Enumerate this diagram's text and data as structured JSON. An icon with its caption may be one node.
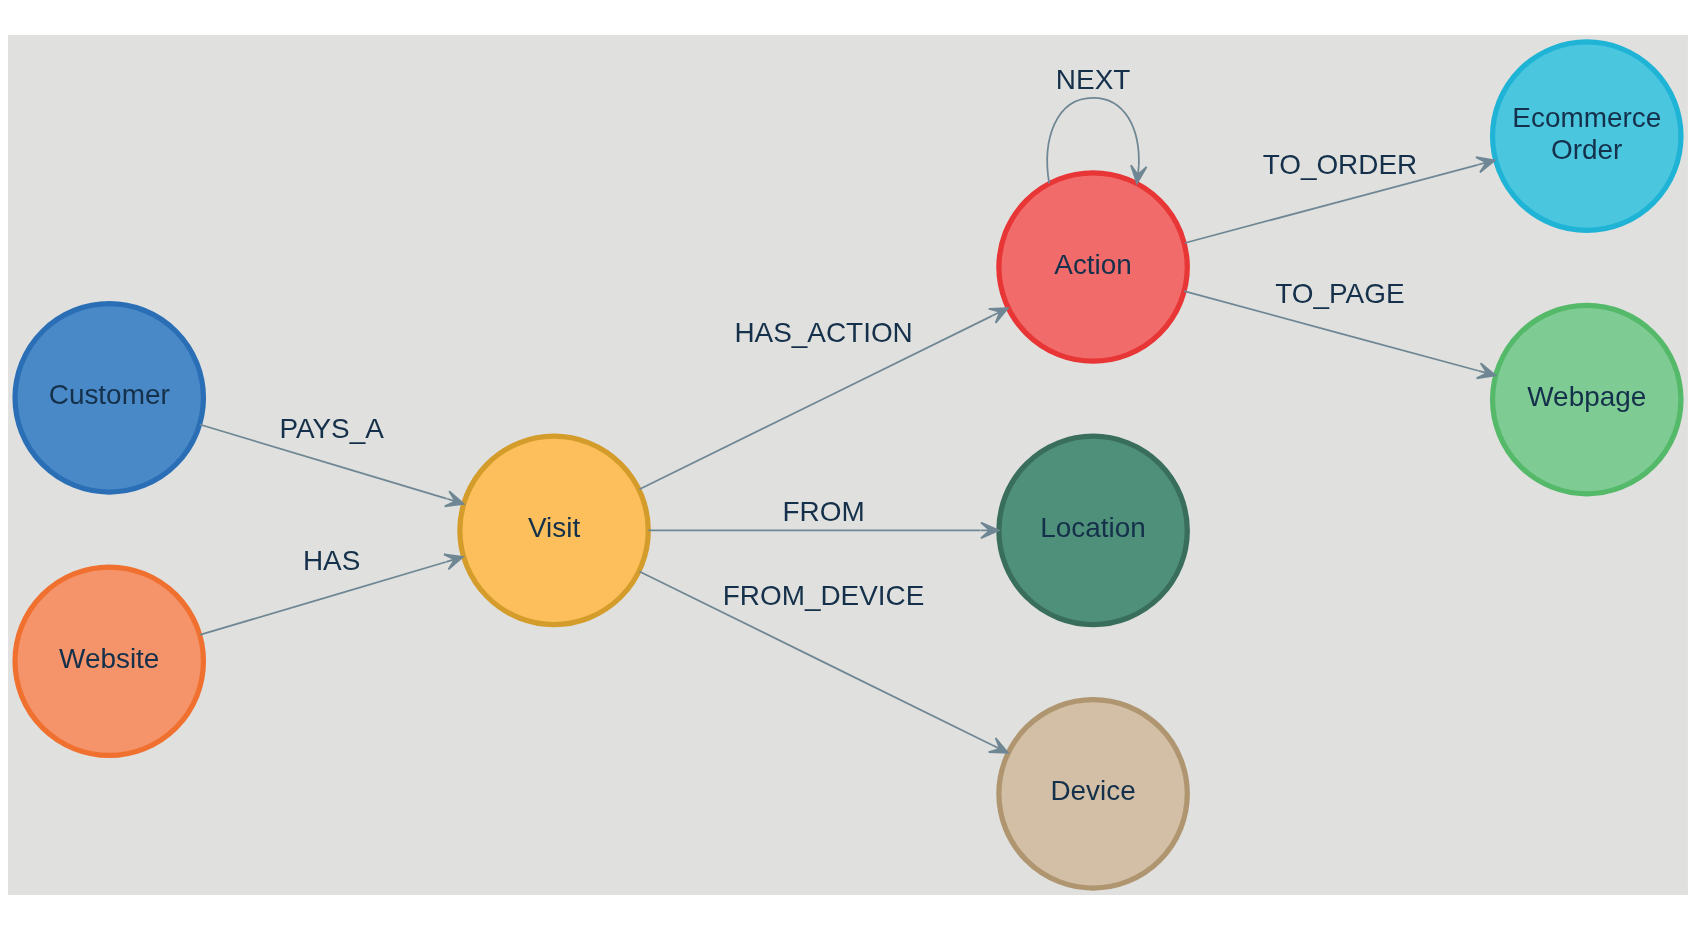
{
  "diagram": {
    "nodes": [
      {
        "text": [
          "Customer"
        ]
      },
      {
        "text": [
          "Ecommerce Order"
        ]
      },
      {
        "text": [
          "Website"
        ]
      },
      {
        "text": [
          "Visit"
        ]
      },
      {
        "text": [
          "Action"
        ]
      },
      {
        "text": [
          "Webpage"
        ]
      },
      {
        "text": [
          "Location"
        ]
      },
      {
        "text": [
          "Device"
        ]
      }
    ],
    "edges": [
      {
        "from": 0,
        "to": 3,
        "arrow": "to",
        "label": "PAYS_A"
      },
      {
        "from": 2,
        "to": 3,
        "arrow": "to",
        "label": "HAS"
      },
      {
        "from": 3,
        "to": 4,
        "arrow": "to",
        "label": "HAS_ACTION"
      },
      {
        "from": 4,
        "to": 1,
        "arrow": "to",
        "label": "TO_ORDER"
      },
      {
        "from": 4,
        "to": 5,
        "arrow": "to",
        "label": "TO_PAGE"
      },
      {
        "from": 4,
        "to": 4,
        "arrow": "to",
        "label": "NEXT"
      },
      {
        "from": 3,
        "to": 6,
        "arrow": "to",
        "label": "FROM"
      },
      {
        "from": 3,
        "to": 7,
        "arrow": "to",
        "label": "FROM_DEVICE"
      }
    ]
  }
}
